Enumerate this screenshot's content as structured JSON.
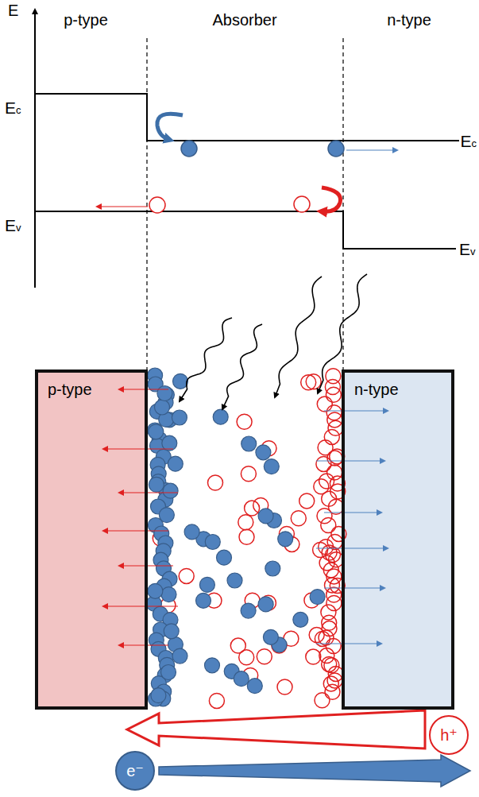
{
  "diagram": {
    "nodes": [
      {
        "text": [
          "p-type"
        ]
      },
      {
        "text": [
          "n-type"
        ]
      },
      {
        "text": [
          "h⁺"
        ]
      },
      {
        "text": [
          "e⁻"
        ]
      }
    ],
    "labels": [
      "E",
      "p-type",
      "Absorber",
      "n-type",
      "Ec",
      "Ec",
      "Ev",
      "Ev"
    ]
  }
}
